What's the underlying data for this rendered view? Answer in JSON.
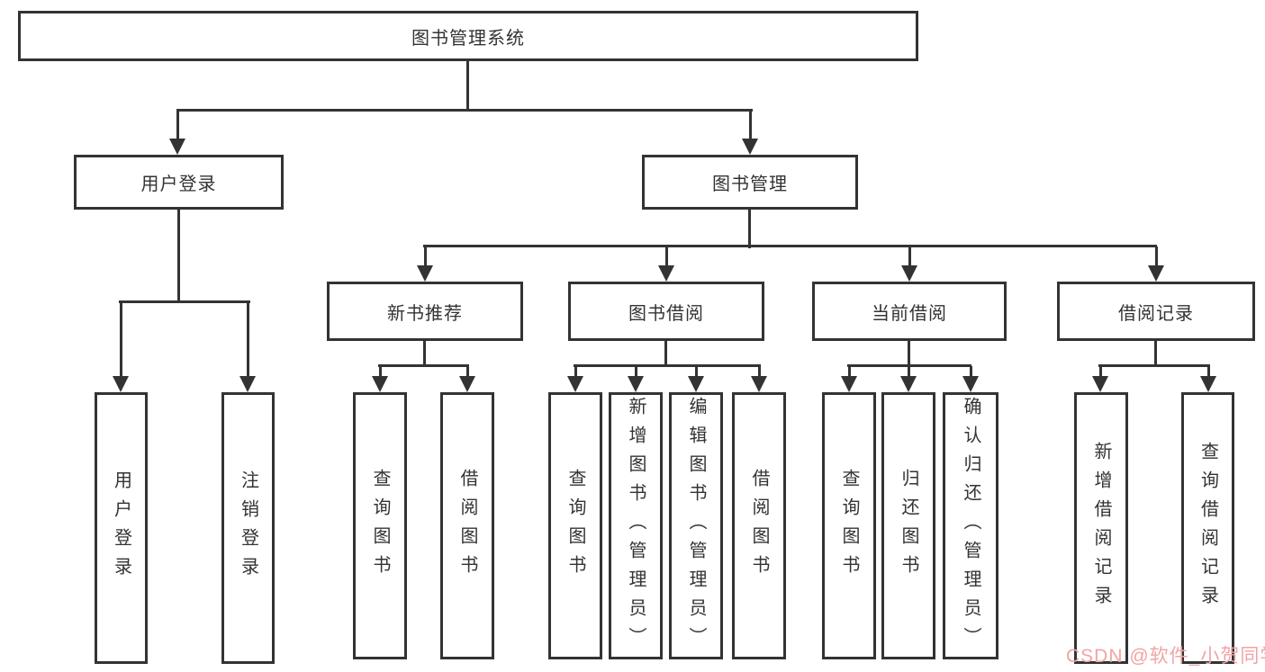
{
  "diagram": {
    "title": "图书管理系统",
    "level2": {
      "user_login": "用户登录",
      "book_mgmt": "图书管理"
    },
    "level3": {
      "new_books": "新书推荐",
      "book_borrow": "图书借阅",
      "current_borrow": "当前借阅",
      "borrow_records": "借阅记录"
    },
    "leaves": {
      "user_login": [
        "用户登录",
        "注销登录"
      ],
      "new_books": [
        "查询图书",
        "借阅图书"
      ],
      "book_borrow": [
        "查询图书",
        "新增图书（管理员）",
        "编辑图书（管理员）",
        "借阅图书"
      ],
      "current_borrow": [
        "查询图书",
        "归还图书",
        "确认归还（管理员）"
      ],
      "borrow_records": [
        "新增借阅记录",
        "查询借阅记录"
      ]
    }
  },
  "watermark": "CSDN @软件_小贺同学",
  "colors": {
    "line": "#333333",
    "text": "#333333",
    "watermark_pink": "#f2a4a4",
    "background": "#ffffff"
  }
}
